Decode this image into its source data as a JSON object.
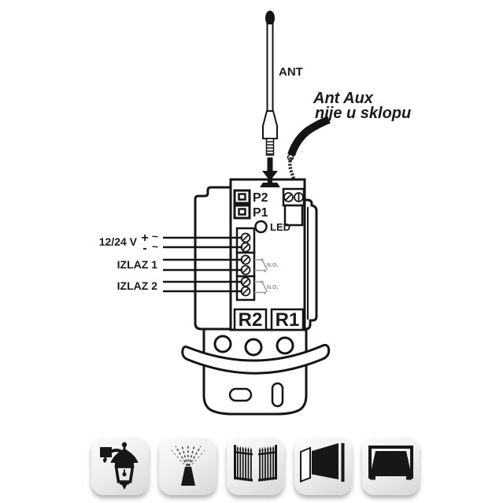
{
  "device_diagram": {
    "ant_label": "ANT",
    "aux_note": {
      "line1": "Ant Aux",
      "line2": "nije u sklopu"
    },
    "jumper_p2": "P2",
    "jumper_p1": "P1",
    "led_label": "LED",
    "power": {
      "label": "12/24 V",
      "plus": "+",
      "minus": "-",
      "ac_top": "~",
      "ac_bottom": "~"
    },
    "output1_label": "IZLAZ 1",
    "output2_label": "IZLAZ 2",
    "relay1": {
      "contact_type": "N.O."
    },
    "relay2": {
      "contact_type": "N.O."
    },
    "relay_box_r2": "R2",
    "relay_box_r1": "R1"
  },
  "application_icons": [
    {
      "name": "garden-lamp-icon"
    },
    {
      "name": "sprinkler-icon"
    },
    {
      "name": "swing-gate-icon"
    },
    {
      "name": "entry-door-icon"
    },
    {
      "name": "garage-door-icon"
    }
  ],
  "colors": {
    "line": "#151515",
    "muted_gray": "#9a9a9a",
    "tile_light": "#fbfbfb",
    "tile_dark": "#d6d6d6"
  }
}
